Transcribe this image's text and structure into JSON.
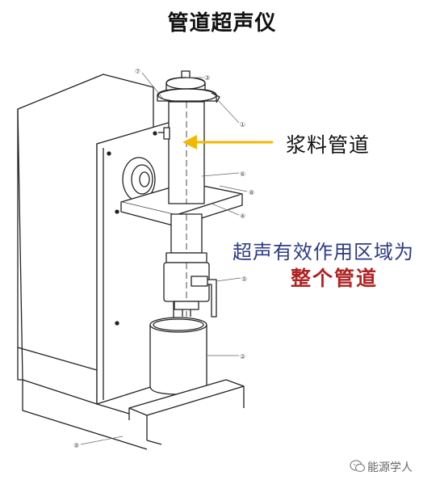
{
  "title": "管道超声仪",
  "annotations": {
    "slurry_pipe": "浆料管道",
    "zone_line1": "超声有效作用区域为",
    "zone_line2": "整个管道"
  },
  "callouts": [
    "⑦",
    "③",
    "①",
    "⑥",
    "⑧",
    "④",
    "⑤",
    "②",
    "⑨"
  ],
  "watermark": "能源学人",
  "colors": {
    "arrow": "#f2b800",
    "zone_text": "#2e3a86",
    "zone_emphasis": "#b22222"
  }
}
